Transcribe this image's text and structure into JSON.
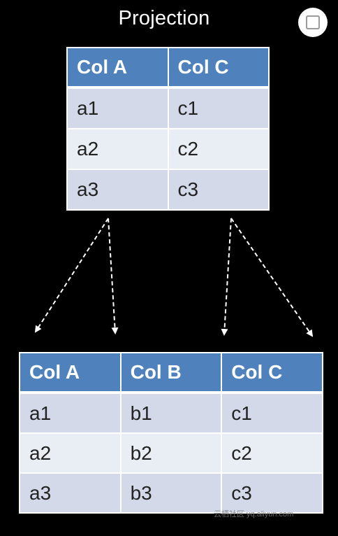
{
  "diagram": {
    "title": "Projection",
    "watermark": "云栖社区 yq.aliyun.com"
  },
  "projected_table": {
    "headers": [
      "Col A",
      "Col C"
    ],
    "rows": [
      [
        "a1",
        "c1"
      ],
      [
        "a2",
        "c2"
      ],
      [
        "a3",
        "c3"
      ]
    ]
  },
  "source_table": {
    "headers": [
      "Col A",
      "Col B",
      "Col C"
    ],
    "rows": [
      [
        "a1",
        "b1",
        "c1"
      ],
      [
        "a2",
        "b2",
        "c2"
      ],
      [
        "a3",
        "b3",
        "c3"
      ]
    ]
  },
  "colors": {
    "background": "#000000",
    "header_fill": "#4f81bd",
    "row_fill_odd": "#d3d9e8",
    "row_fill_even": "#e9edf4",
    "arrow": "#ffffff"
  },
  "icons": {
    "corner_button": "square-stop-icon"
  }
}
